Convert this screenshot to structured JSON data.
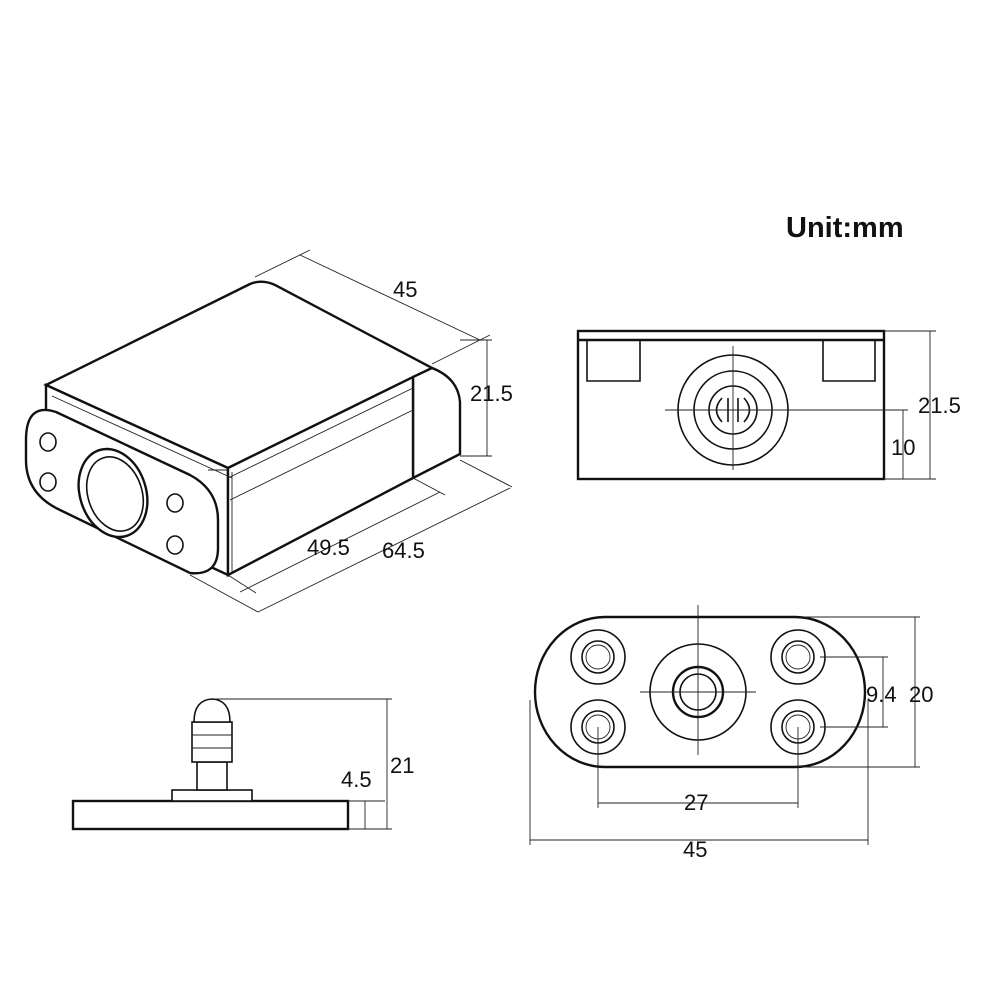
{
  "unit_label": "Unit:mm",
  "dimensions": {
    "iso_width": "45",
    "iso_height": "21.5",
    "iso_depth_body": "49.5",
    "iso_depth_total": "64.5",
    "front_height": "21.5",
    "front_center_height": "10",
    "side_height": "21",
    "side_base_thickness": "4.5",
    "plate_hole_vspacing": "9.4",
    "plate_height": "20",
    "plate_hole_hspacing": "27",
    "plate_width": "45"
  }
}
